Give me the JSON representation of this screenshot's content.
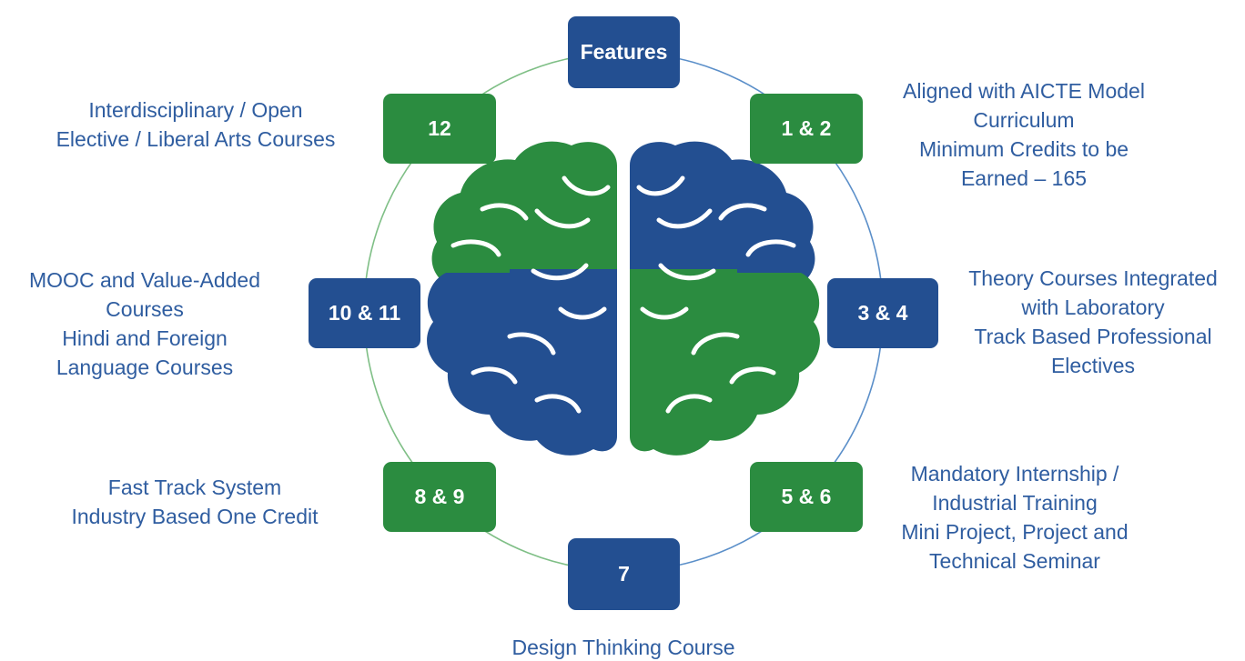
{
  "colors": {
    "blue": "#234f91",
    "green": "#2b8c40",
    "text": "#2f5da0",
    "ring_blue": "#5b8fc9",
    "ring_green": "#7fbf86"
  },
  "center": {
    "title": "Features",
    "icon": "brain-icon"
  },
  "nodes": [
    {
      "id": "1-2",
      "label": "1 & 2",
      "color": "green",
      "text": [
        "Aligned with AICTE Model",
        "Curriculum",
        "Minimum Credits to be",
        "Earned – 165"
      ]
    },
    {
      "id": "3-4",
      "label": "3 & 4",
      "color": "blue",
      "text": [
        "Theory Courses Integrated",
        "with Laboratory",
        "Track Based Professional",
        "Electives"
      ]
    },
    {
      "id": "5-6",
      "label": "5 & 6",
      "color": "green",
      "text": [
        "Mandatory Internship /",
        "Industrial Training",
        "Mini Project, Project and",
        "Technical Seminar"
      ]
    },
    {
      "id": "7",
      "label": "7",
      "color": "blue",
      "text": [
        "Design Thinking Course"
      ]
    },
    {
      "id": "8-9",
      "label": "8 & 9",
      "color": "green",
      "text": [
        "Fast Track System",
        "Industry Based One Credit"
      ]
    },
    {
      "id": "10-11",
      "label": "10 & 11",
      "color": "blue",
      "text": [
        "MOOC and Value-Added",
        "Courses",
        "Hindi and Foreign",
        "Language Courses"
      ]
    },
    {
      "id": "12",
      "label": "12",
      "color": "green",
      "text": [
        "Interdisciplinary / Open",
        "Elective / Liberal Arts Courses"
      ]
    }
  ]
}
